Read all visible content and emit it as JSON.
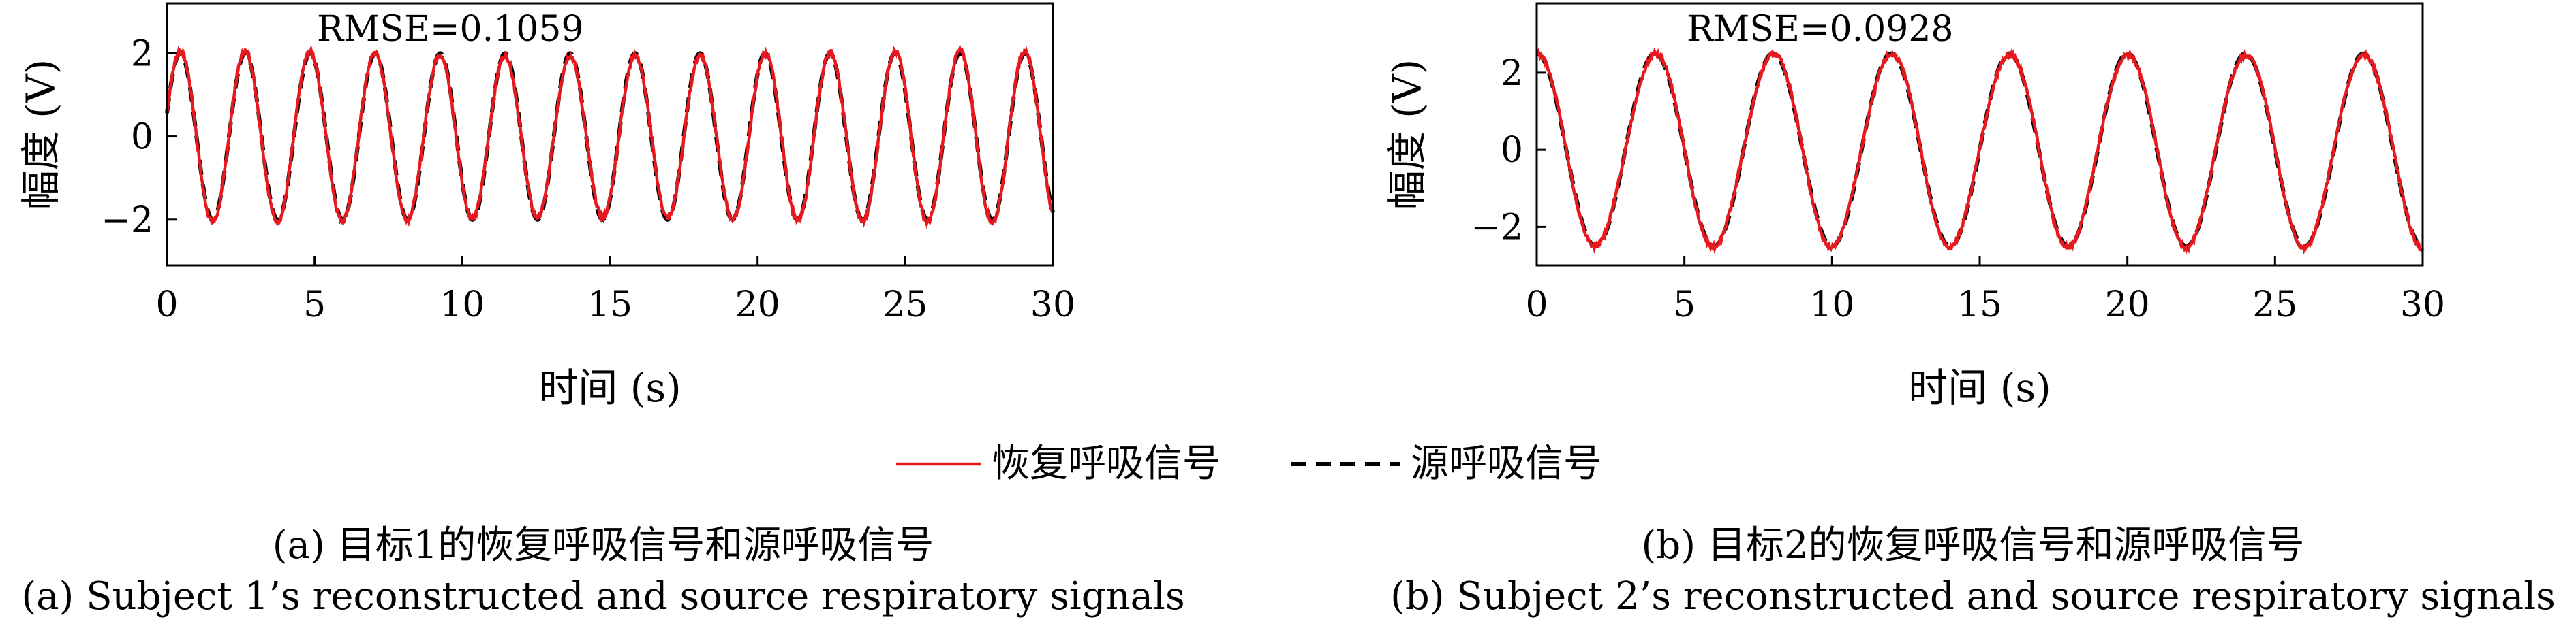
{
  "chart_data": [
    {
      "type": "line",
      "panel_label": "(a)",
      "xlabel": "时间 (s)",
      "ylabel": "幅度 (V)",
      "xlim": [
        0,
        30
      ],
      "ylim": [
        -3.1,
        3.2
      ],
      "xticks": [
        0,
        5,
        10,
        15,
        20,
        25,
        30
      ],
      "yticks": [
        -2,
        0,
        2
      ],
      "annotation": "RMSE=0.1059",
      "signal": {
        "amplitude": 2.0,
        "period_s": 2.2,
        "peak_time_s": 0.45
      },
      "series": [
        {
          "name": "恢复呼吸信号",
          "color": "#e8191e",
          "style": "solid"
        },
        {
          "name": "源呼吸信号",
          "color": "#000000",
          "style": "dashed"
        }
      ],
      "caption_cn": "(a) 目标1的恢复呼吸信号和源呼吸信号",
      "caption_en": "(a) Subject 1’s reconstructed and source respiratory signals"
    },
    {
      "type": "line",
      "panel_label": "(b)",
      "xlabel": "时间 (s)",
      "ylabel": "幅度 (V)",
      "xlim": [
        0,
        30
      ],
      "ylim": [
        -3.0,
        3.8
      ],
      "xticks": [
        0,
        5,
        10,
        15,
        20,
        25,
        30
      ],
      "yticks": [
        -2,
        0,
        2
      ],
      "annotation": "RMSE=0.0928",
      "signal": {
        "amplitude": 2.5,
        "period_s": 4.0,
        "peak_time_s": 0.0
      },
      "series": [
        {
          "name": "恢复呼吸信号",
          "color": "#e8191e",
          "style": "solid"
        },
        {
          "name": "源呼吸信号",
          "color": "#000000",
          "style": "dashed"
        }
      ],
      "caption_cn": "(b) 目标2的恢复呼吸信号和源呼吸信号",
      "caption_en": "(b) Subject 2’s reconstructed and source respiratory signals"
    }
  ],
  "legend": {
    "items": [
      {
        "label": "恢复呼吸信号",
        "color": "#e8191e",
        "style": "solid"
      },
      {
        "label": "源呼吸信号",
        "color": "#000000",
        "style": "dashed"
      }
    ]
  }
}
